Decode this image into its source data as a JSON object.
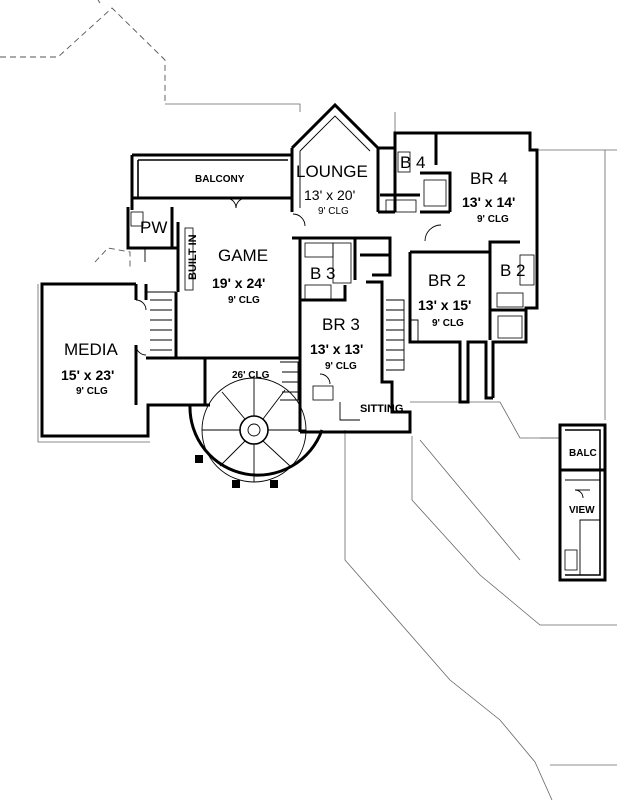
{
  "rooms": {
    "lounge": {
      "name": "LOUNGE",
      "size": "13' x 20'",
      "clg": "9' CLG"
    },
    "b4": {
      "name": "B 4"
    },
    "br4": {
      "name": "BR 4",
      "size": "13' x 14'",
      "clg": "9' CLG"
    },
    "balcony": {
      "name": "BALCONY"
    },
    "pw": {
      "name": "PW"
    },
    "game": {
      "name": "GAME",
      "size": "19' x 24'",
      "clg": "9' CLG"
    },
    "built_in": {
      "name": "BUILT IN"
    },
    "b3": {
      "name": "B 3"
    },
    "br3": {
      "name": "BR 3",
      "size": "13' x 13'",
      "clg": "9' CLG"
    },
    "br2": {
      "name": "BR 2",
      "size": "13' x 15'",
      "clg": "9' CLG"
    },
    "b2": {
      "name": "B 2"
    },
    "media": {
      "name": "MEDIA",
      "size": "15' x 23'",
      "clg": "9' CLG"
    },
    "stair_hall": {
      "clg": "26' CLG"
    },
    "sitting": {
      "name": "SITTING"
    },
    "balc": {
      "name": "BALC"
    },
    "view": {
      "name": "VIEW"
    }
  }
}
